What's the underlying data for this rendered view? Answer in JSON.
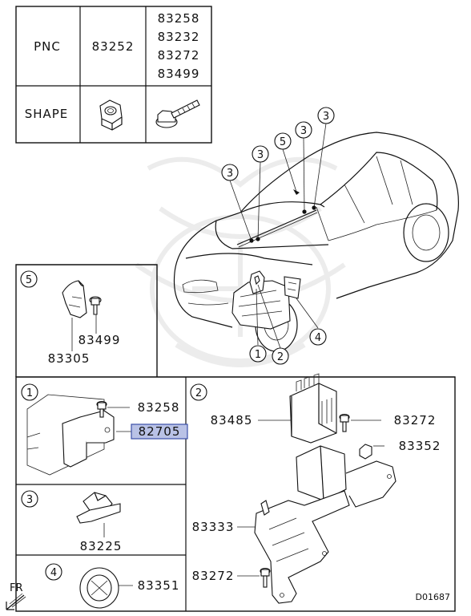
{
  "table": {
    "pnc_label": "PNC",
    "shape_label": "SHAPE",
    "col1_pnc": "83252",
    "col2_pncs": [
      "83258",
      "83232",
      "83272",
      "83499"
    ],
    "col1_shape_icon": "hex-nut-icon",
    "col2_shape_icon": "flange-bolt-icon"
  },
  "car_callouts": [
    "3",
    "3",
    "5",
    "3",
    "3",
    "1",
    "2",
    "4"
  ],
  "panels": {
    "panel5": {
      "number": "5",
      "parts": [
        "83499",
        "83305"
      ]
    },
    "panel1": {
      "number": "1",
      "parts": [
        "83258"
      ],
      "highlighted_part": "82705"
    },
    "panel3": {
      "number": "3",
      "parts": [
        "83225"
      ]
    },
    "panel4": {
      "number": "4",
      "parts": [
        "83351"
      ]
    },
    "panel2": {
      "number": "2",
      "parts": [
        "83485",
        "83272",
        "83352",
        "83333",
        "83272"
      ]
    }
  },
  "front_label": "FR",
  "diagram_id": "D01687",
  "colors": {
    "line": "#111111",
    "highlight_fill": "#b9c2e6",
    "highlight_border": "#3b4fa8",
    "watermark": "#ececec"
  }
}
